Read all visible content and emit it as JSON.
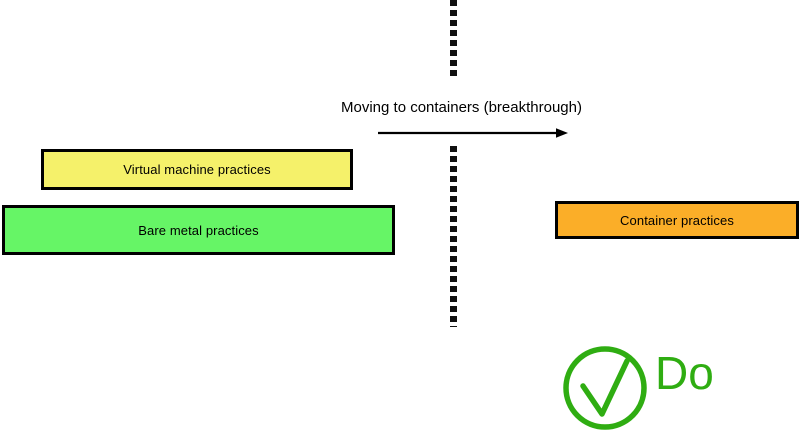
{
  "diagram": {
    "title_text": "Moving to containers (breakthrough)",
    "background_color": "#ffffff"
  },
  "boxes": {
    "virtual_machine": {
      "label": "Virtual machine practices",
      "fill_color": "#f5f16a",
      "border_color": "#000000"
    },
    "bare_metal": {
      "label": "Bare metal practices",
      "fill_color": "#66f566",
      "border_color": "#000000"
    },
    "container": {
      "label": "Container practices",
      "fill_color": "#fbae28",
      "border_color": "#000000"
    }
  },
  "transition": {
    "label": "Moving to containers (breakthrough)",
    "arrow_icon": "right-arrow-icon",
    "arrow_color": "#000000",
    "direction": "left-to-right"
  },
  "divider": {
    "style": "dotted",
    "color": "#111111",
    "segments": 2
  },
  "verdict": {
    "label": "Do",
    "icon": "checkmark-circle-icon",
    "color": "#2fad12"
  }
}
